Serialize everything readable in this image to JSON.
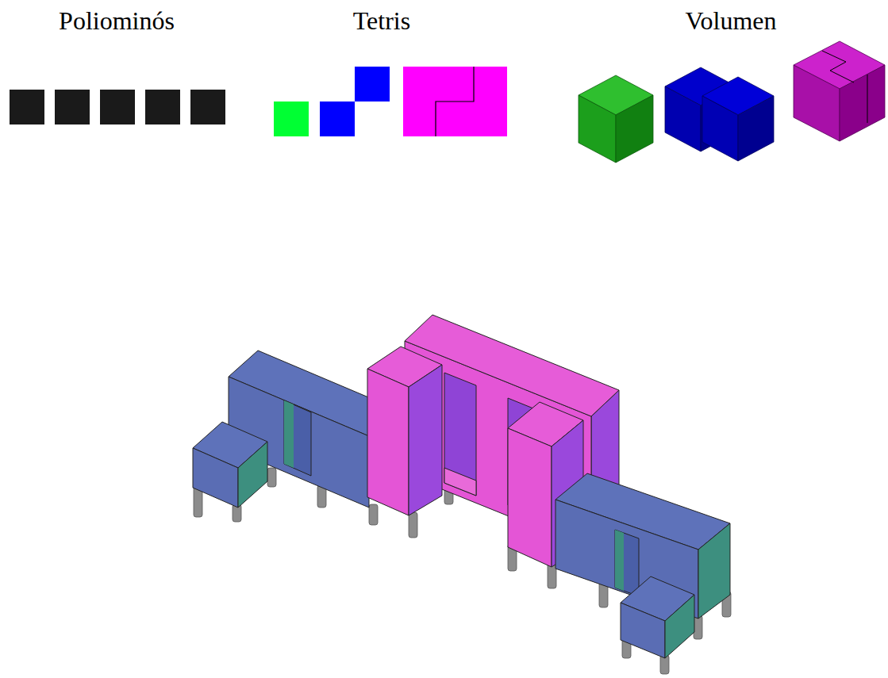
{
  "diagram": {
    "labels": [
      "Poliominós",
      "Tetris",
      "Volumen"
    ]
  }
}
